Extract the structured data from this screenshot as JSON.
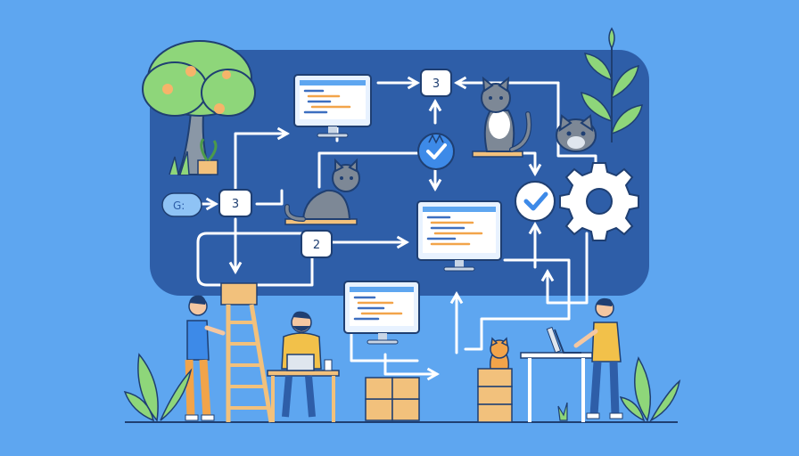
{
  "nodes": {
    "top": "3",
    "left": "3",
    "middle": "2"
  },
  "pill": {
    "label": "G:"
  },
  "colors": {
    "background": "#5ea6f0",
    "panel": "#2e5ea8",
    "arrow": "#ffffff",
    "check": "#3d8ae8",
    "leaf": "#8ed67a",
    "cat": "#7d8896",
    "box": "#f2c17c"
  }
}
